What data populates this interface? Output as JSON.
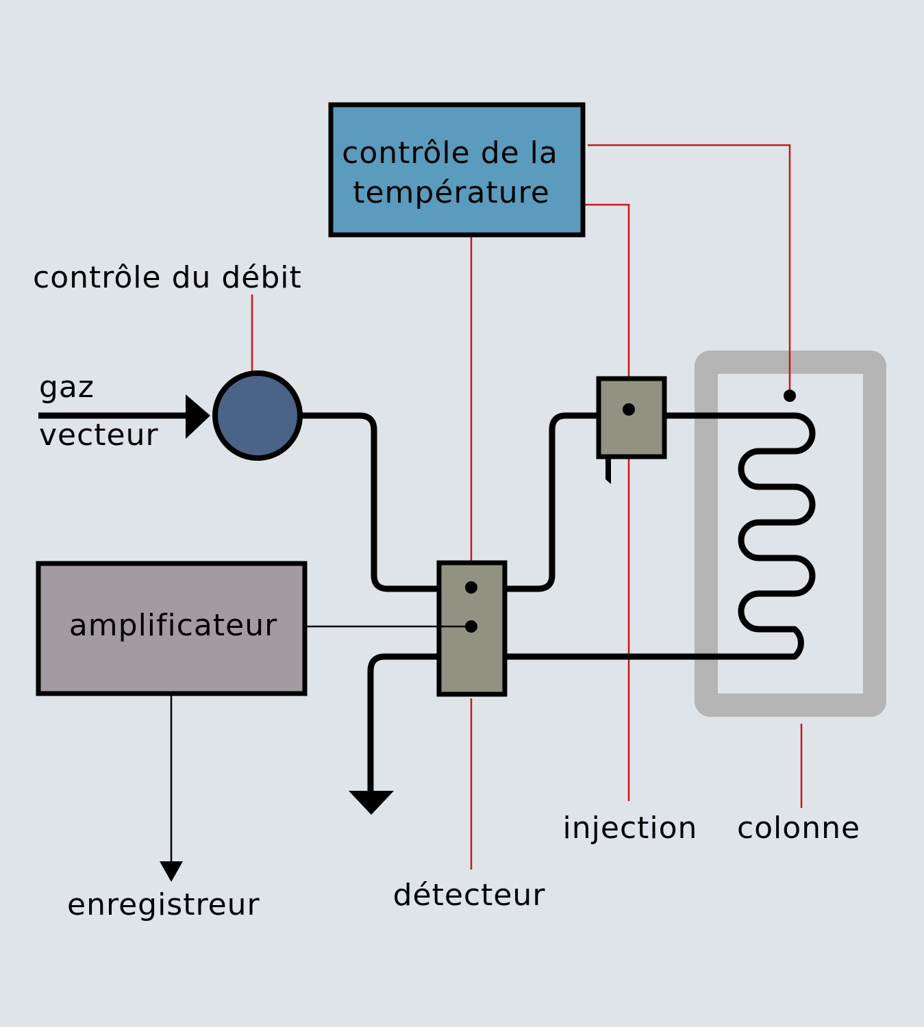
{
  "labels": {
    "temperature_control": [
      "contrôle de la",
      "température"
    ],
    "flow_control": "contrôle du débit",
    "carrier_gas": [
      "gaz",
      "vecteur"
    ],
    "amplifier": "amplificateur",
    "recorder": "enregistreur",
    "detector": "détecteur",
    "injection": "injection",
    "column": "colonne"
  },
  "colors": {
    "background": "#dfe4e9",
    "temperature_box": "#5b9bbd",
    "flow_valve": "#4c6388",
    "amplifier_box": "#a29ca2",
    "component_grey": "#929283",
    "oven_frame": "#b4b4b4",
    "control_line": "#c8161d"
  }
}
